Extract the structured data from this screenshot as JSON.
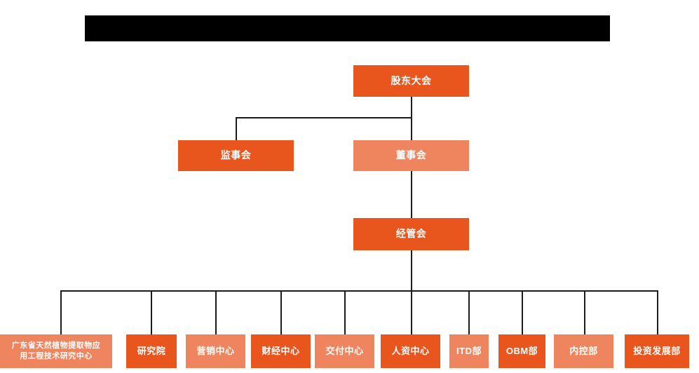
{
  "page": {
    "title_bar": {
      "name": "redacted-title-bar",
      "text": ""
    },
    "background_color": "#FFFFFF",
    "line_color": "#1B1B1B"
  },
  "palette": {
    "dark_orange": "#E8551D",
    "light_orange": "#EE855E",
    "text_color": "#FFFFFF"
  },
  "org_chart": {
    "levels": [
      {
        "level": 1,
        "nodes": [
          {
            "id": "shareholders-meeting",
            "label": "股东大会",
            "shade": "dark"
          }
        ]
      },
      {
        "level": 2,
        "nodes": [
          {
            "id": "board-of-supervisors",
            "label": "监事会",
            "shade": "dark"
          },
          {
            "id": "board-of-directors",
            "label": "董事会",
            "shade": "light"
          }
        ]
      },
      {
        "level": 3,
        "nodes": [
          {
            "id": "management-committee",
            "label": "经管会",
            "shade": "dark"
          }
        ]
      },
      {
        "level": 4,
        "nodes": [
          {
            "id": "gd-research-center",
            "label": "广东省天然植物提取物应用工程技术研究中心",
            "line1": "广东省天然植物提取物应",
            "line2": "用工程技术研究中心",
            "shade": "light"
          },
          {
            "id": "research-institute",
            "label": "研究院",
            "shade": "dark"
          },
          {
            "id": "marketing-center",
            "label": "营销中心",
            "shade": "light"
          },
          {
            "id": "finance-center",
            "label": "财经中心",
            "shade": "dark"
          },
          {
            "id": "delivery-center",
            "label": "交付中心",
            "shade": "light"
          },
          {
            "id": "hr-center",
            "label": "人资中心",
            "shade": "dark"
          },
          {
            "id": "itd-department",
            "label": "ITD部",
            "shade": "light"
          },
          {
            "id": "obm-department",
            "label": "OBM部",
            "shade": "dark"
          },
          {
            "id": "internal-control-department",
            "label": "内控部",
            "shade": "light"
          },
          {
            "id": "investment-development-department",
            "label": "投资发展部",
            "shade": "dark"
          }
        ]
      }
    ]
  }
}
